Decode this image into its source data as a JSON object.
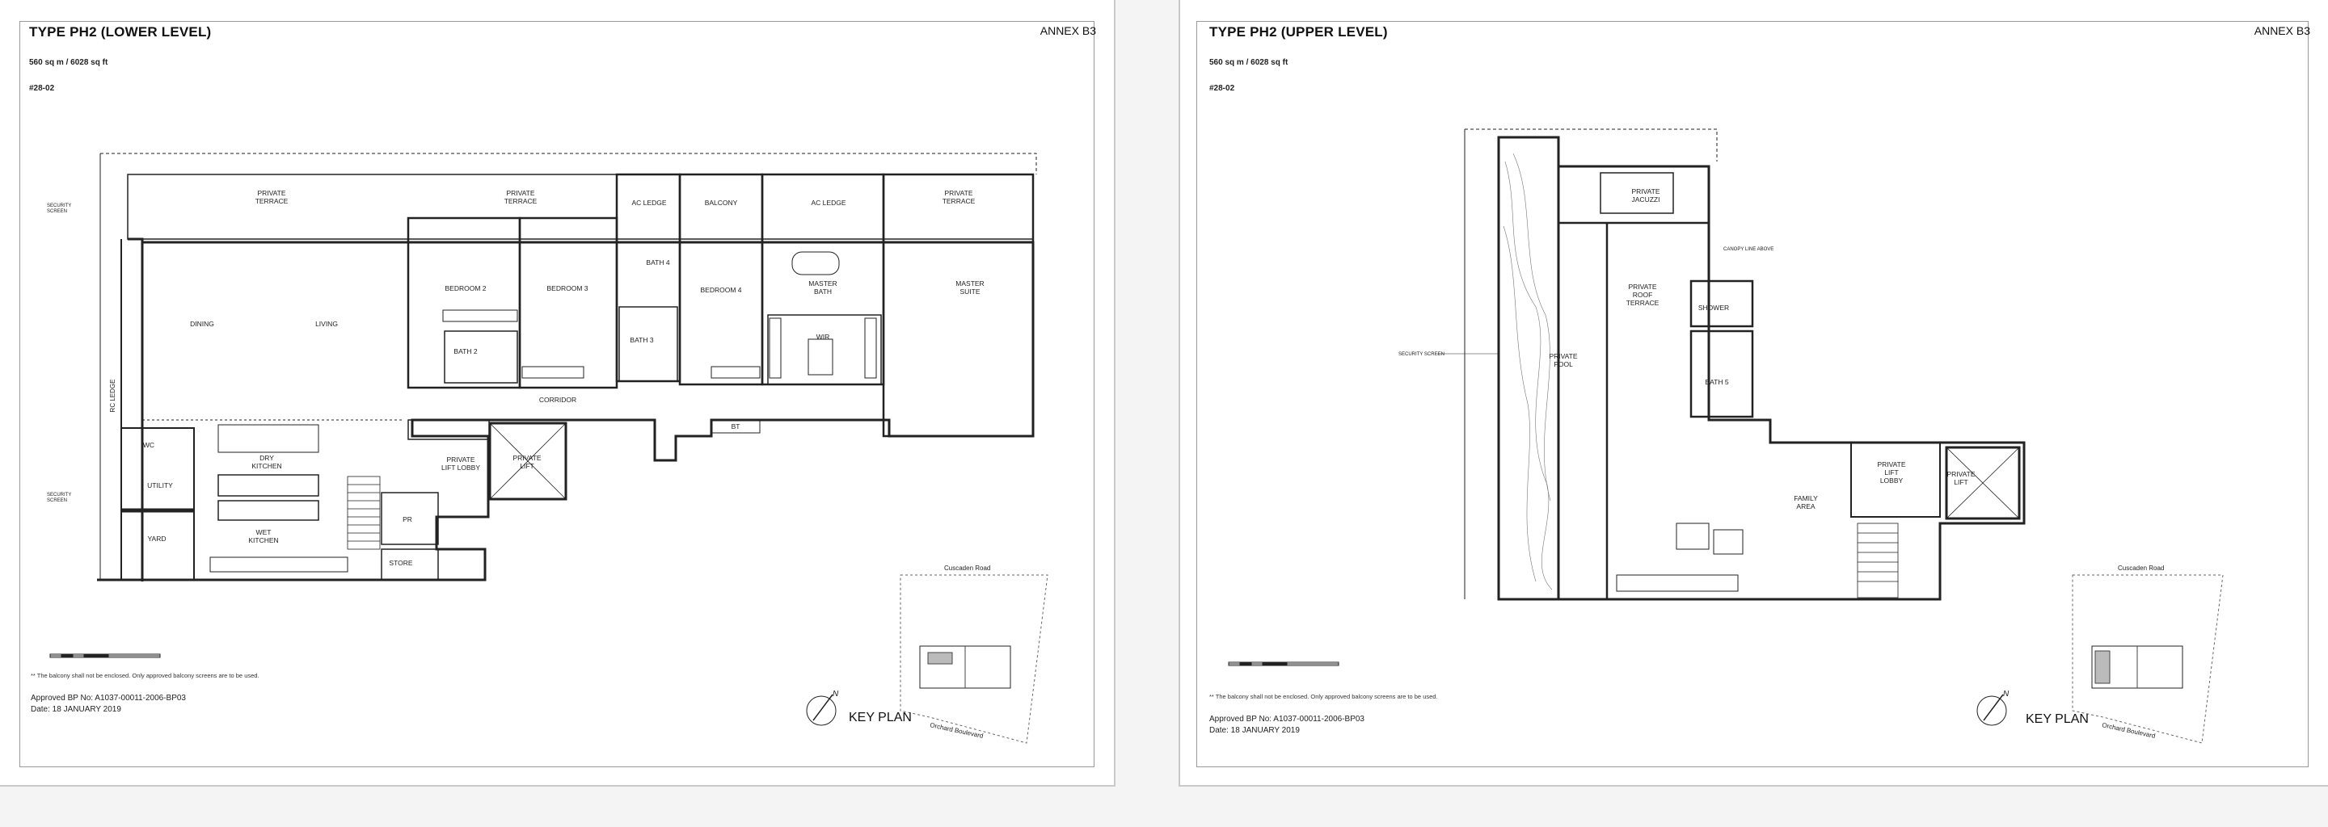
{
  "sheets": [
    {
      "title": "TYPE PH2 (LOWER LEVEL)",
      "annex": "ANNEX B3",
      "area": "560 sq m / 6028 sq ft",
      "unit": "#28-02",
      "rooms": {
        "private_terrace_left": "PRIVATE\nTERRACE",
        "private_terrace_mid": "PRIVATE\nTERRACE",
        "ac_ledge_1": "AC LEDGE",
        "balcony": "BALCONY",
        "ac_ledge_2": "AC LEDGE",
        "private_terrace_right": "PRIVATE\nTERRACE",
        "dining": "DINING",
        "living": "LIVING",
        "bedroom2": "BEDROOM 2",
        "bedroom3": "BEDROOM 3",
        "bath4": "BATH 4",
        "bedroom4": "BEDROOM 4",
        "master_bath": "MASTER\nBATH",
        "master_suite": "MASTER\nSUITE",
        "bath2": "BATH 2",
        "bath3": "BATH 3",
        "wir": "WIR",
        "corridor": "CORRIDOR",
        "rc_ledge": "RC LEDGE",
        "wc": "WC",
        "utility": "UTILITY",
        "yard": "YARD",
        "dry_kitchen": "DRY\nKITCHEN",
        "wet_kitchen": "WET\nKITCHEN",
        "private_lift_lobby": "PRIVATE\nLIFT LOBBY",
        "private_lift": "PRIVATE\nLIFT",
        "pr": "PR",
        "store": "STORE",
        "bt": "BT",
        "security_screen_1": "SECURITY\nSCREEN",
        "security_screen_2": "SECURITY\nSCREEN"
      },
      "footnote": "** The balcony shall not be enclosed. Only approved balcony screens are to be used.",
      "approval": "Approved BP No: A1037-00011-2006-BP03",
      "date": "Date: 18 JANUARY 2019",
      "key_plan": "KEY PLAN"
    },
    {
      "title": "TYPE PH2 (UPPER LEVEL)",
      "annex": "ANNEX B3",
      "area": "560 sq m / 6028 sq ft",
      "unit": "#28-02",
      "rooms": {
        "private_jacuzzi": "PRIVATE\nJACUZZI",
        "canopy": "CANOPY LINE ABOVE",
        "private_roof_terrace": "PRIVATE\nROOF\nTERRACE",
        "shower": "SHOWER",
        "security_screen": "SECURITY SCREEN",
        "private_pool": "PRIVATE\nPOOL",
        "bath5": "BATH 5",
        "family_area": "FAMILY\nAREA",
        "private_lift_lobby": "PRIVATE\nLIFT\nLOBBY",
        "private_lift": "PRIVATE\nLIFT"
      },
      "footnote": "** The balcony shall not be enclosed. Only approved balcony screens are to be used.",
      "approval": "Approved BP No: A1037-00011-2006-BP03",
      "date": "Date: 18 JANUARY 2019",
      "key_plan": "KEY PLAN"
    }
  ],
  "key_plan_roads": {
    "top": "Cuscaden Road",
    "bottom": "Orchard Boulevard"
  }
}
